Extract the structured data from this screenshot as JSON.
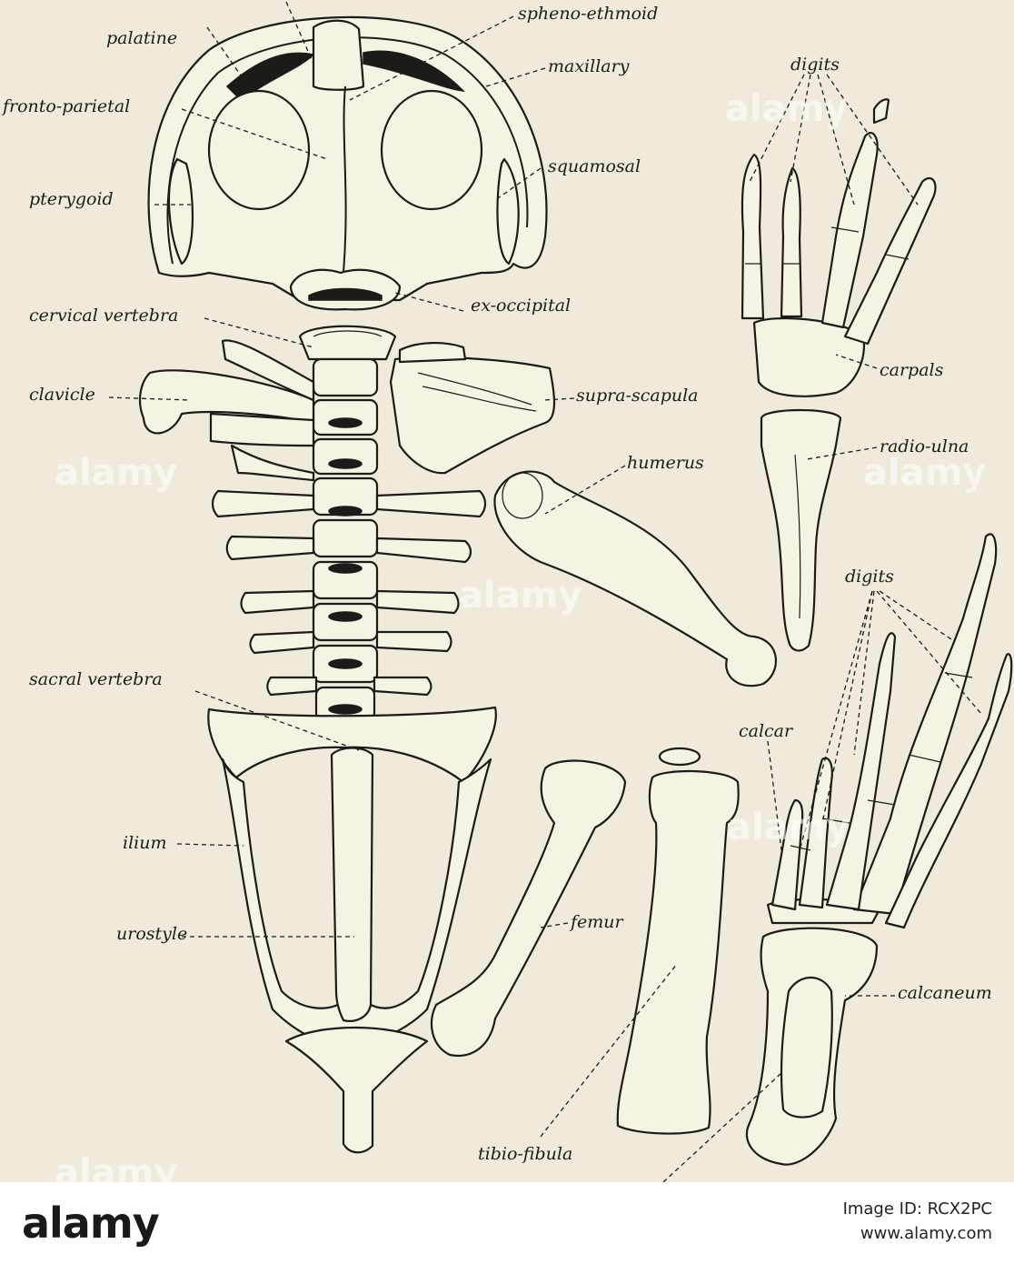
{
  "labels": {
    "palatine": "palatine",
    "spheno_ethmoid": "spheno-ethmoid",
    "maxillary": "maxillary",
    "fronto_parietal": "fronto-parietal",
    "pterygoid": "pterygoid",
    "squamosal": "squamosal",
    "ex_occipital": "ex-occipital",
    "cervical_vertebra": "cervical vertebra",
    "clavicle": "clavicle",
    "supra_scapula": "supra-scapula",
    "humerus": "humerus",
    "digits_upper": "digits",
    "carpals": "carpals",
    "radio_ulna": "radio-ulna",
    "digits_lower": "digits",
    "sacral_vertebra": "sacral vertebra",
    "calcar": "calcar",
    "ilium": "ilium",
    "femur": "femur",
    "urostyle": "urostyle",
    "calcaneum": "calcaneum",
    "tibio_fibula": "tibio-fibula"
  },
  "watermark": {
    "text": "alamy"
  },
  "footer": {
    "logo": "alamy",
    "image_id": "Image ID: RCX2PC",
    "site": "www.alamy.com"
  }
}
